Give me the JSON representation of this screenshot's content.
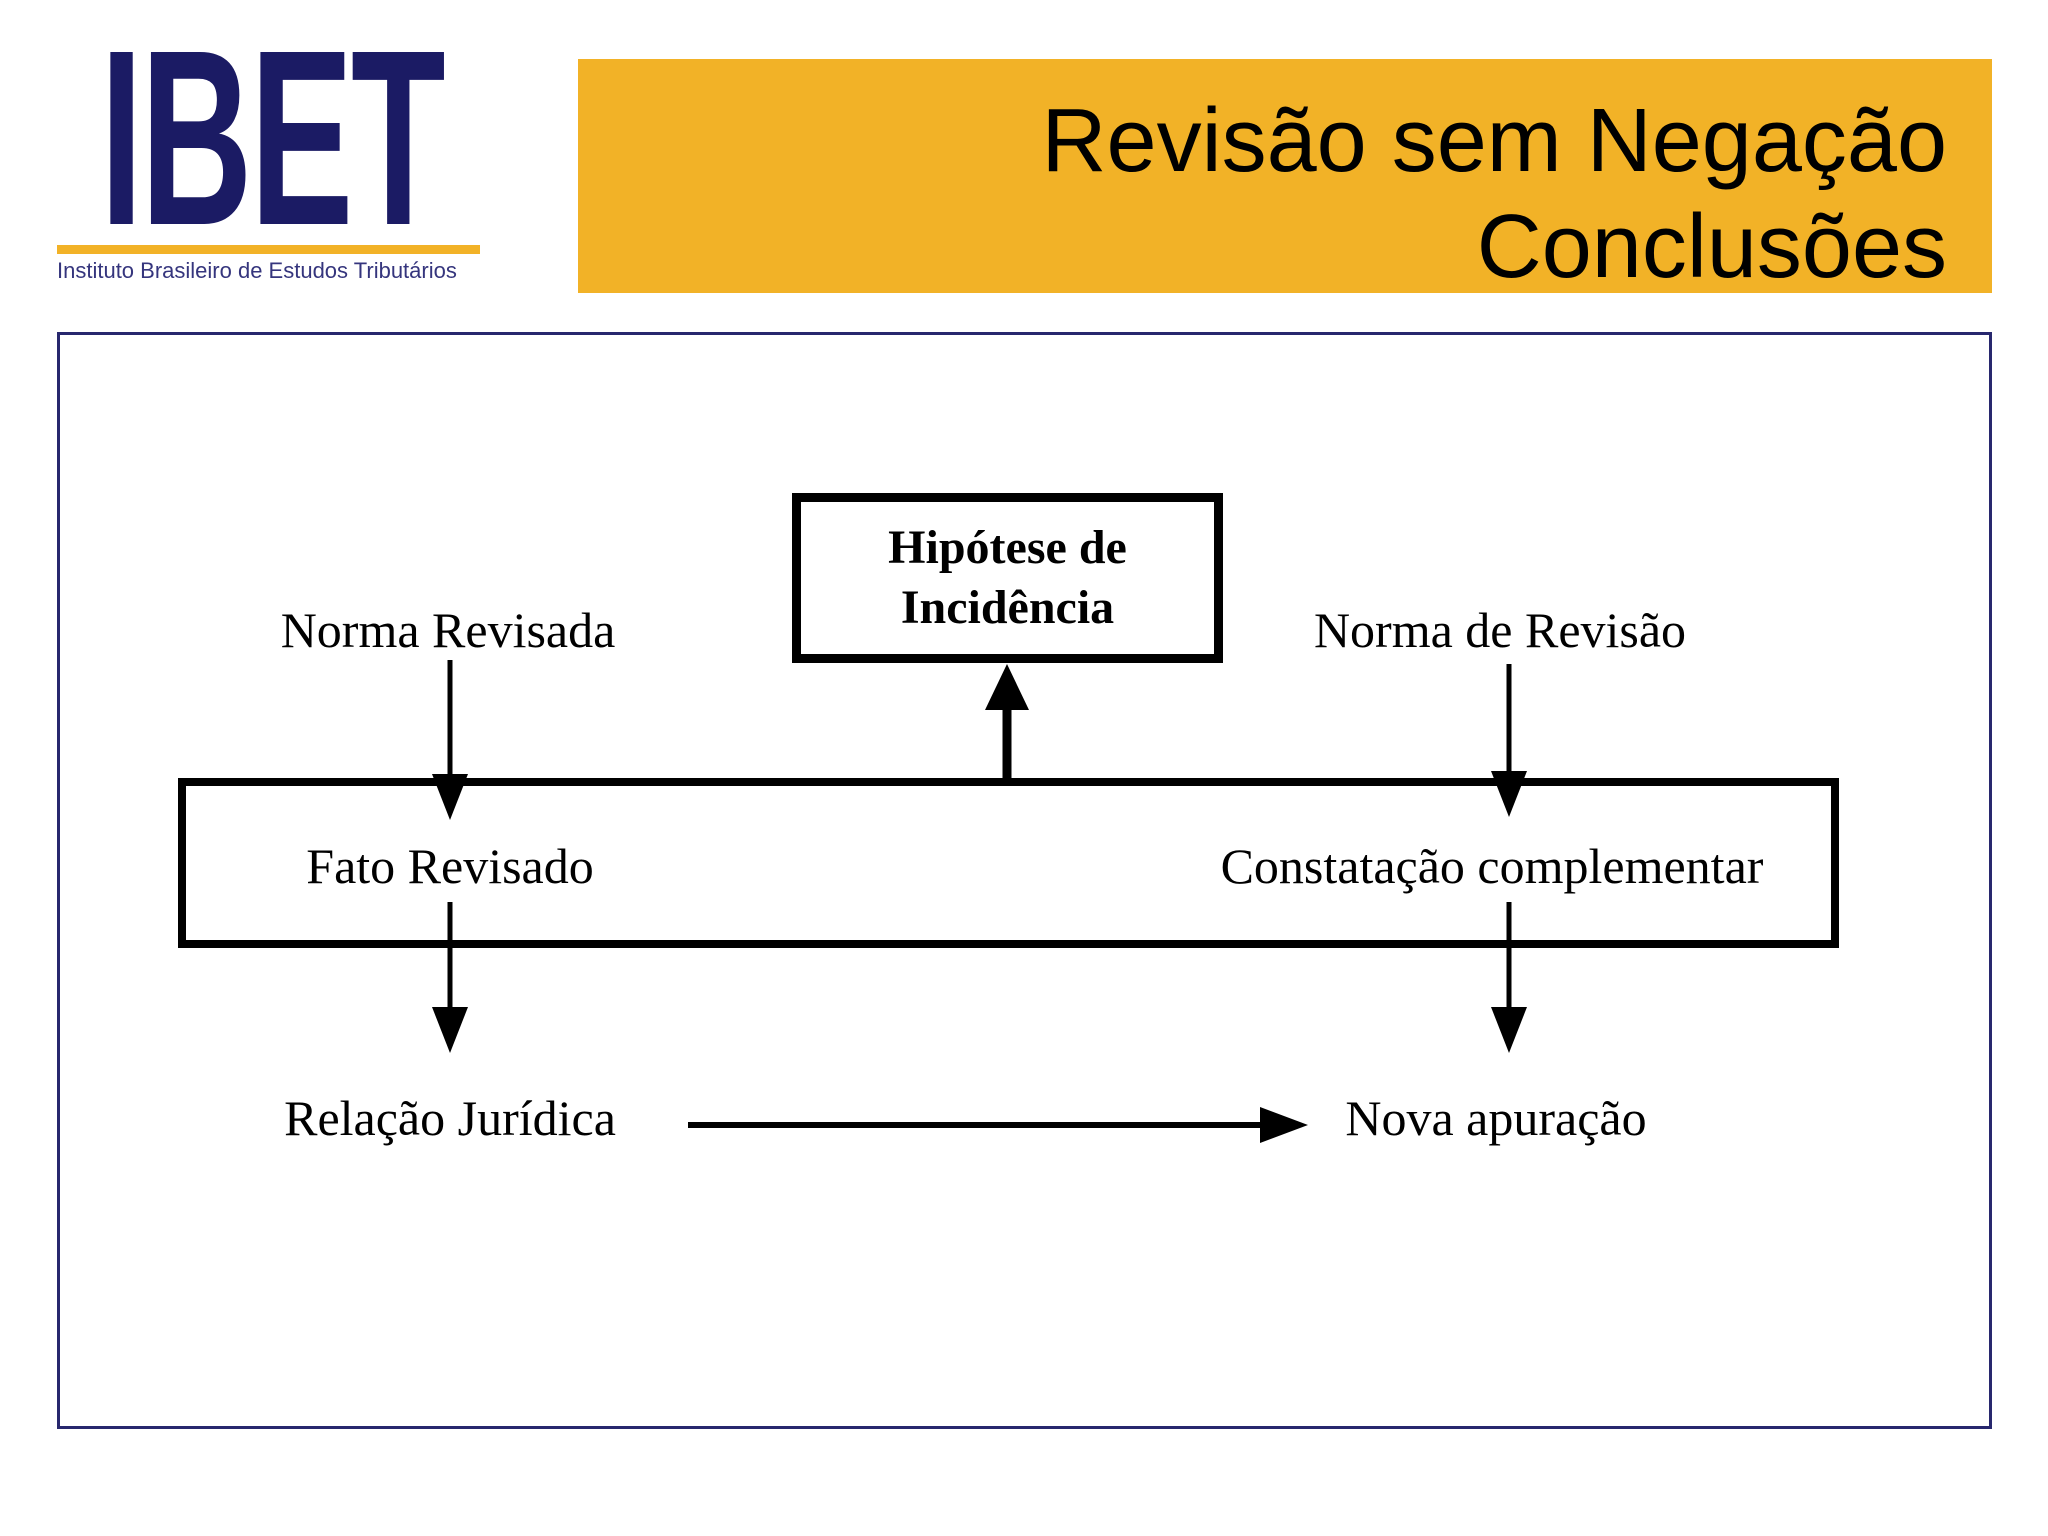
{
  "logo": {
    "acronym": "IBET",
    "subtitle": "Instituto Brasileiro de Estudos Tributários"
  },
  "header": {
    "title_line1": "Revisão sem Negação",
    "title_line2": "Conclusões"
  },
  "colors": {
    "banner": "#f2b227",
    "gold": "#f2b227",
    "navy": "#1b1b64",
    "border_blue": "#28286e",
    "diagram_ink": "#000000"
  },
  "diagram": {
    "top_box": {
      "line1": "Hipótese de",
      "line2": "Incidência"
    },
    "labels": {
      "norma_revisada": "Norma Revisada",
      "norma_de_revisao": "Norma de Revisão",
      "fato_revisado": "Fato Revisado",
      "constatacao_complementar": "Constatação complementar",
      "relacao_juridica": "Relação Jurídica",
      "nova_apuracao": "Nova apuração"
    },
    "connections": [
      {
        "from": "Norma Revisada",
        "to": "Fato Revisado",
        "direction": "down"
      },
      {
        "from": "Norma de Revisão",
        "to": "Constatação complementar",
        "direction": "down"
      },
      {
        "from": "Fato Revisado + Constatação complementar (caixa)",
        "to": "Hipótese de Incidência",
        "direction": "up"
      },
      {
        "from": "Fato Revisado",
        "to": "Relação Jurídica",
        "direction": "down"
      },
      {
        "from": "Constatação complementar",
        "to": "Nova apuração",
        "direction": "down"
      },
      {
        "from": "Relação Jurídica",
        "to": "Nova apuração",
        "direction": "right"
      }
    ]
  }
}
